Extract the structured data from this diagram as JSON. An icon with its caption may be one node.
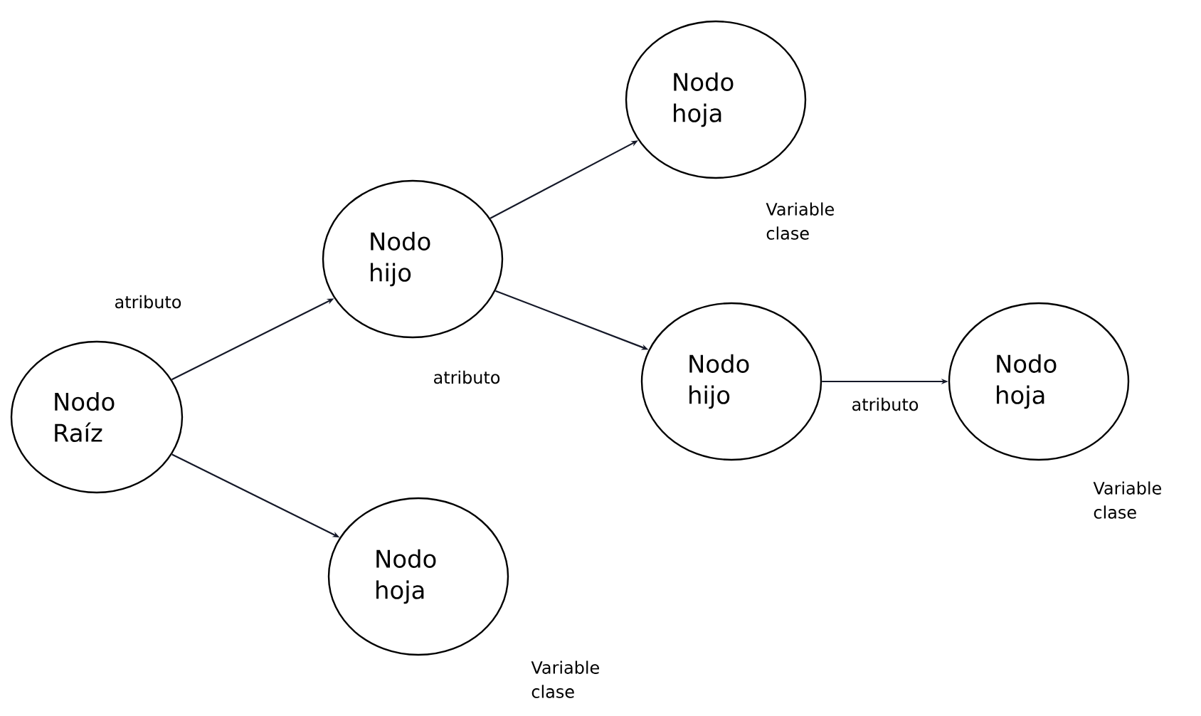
{
  "diagram": {
    "nodes": [
      {
        "text": [
          "Nodo Raíz"
        ]
      },
      {
        "text": [
          "Nodo hijo"
        ]
      },
      {
        "text": [
          "Nodo hoja"
        ],
        "beside": [
          "Variable clase"
        ]
      },
      {
        "text": [
          "Nodo hijo"
        ]
      },
      {
        "text": [
          "Nodo hoja"
        ],
        "beside": [
          "Variable clase"
        ]
      },
      {
        "text": [
          "Nodo hoja"
        ],
        "beside": [
          "Variable clase"
        ]
      }
    ],
    "edges": [
      {
        "from": 0,
        "to": 1,
        "arrow": "to",
        "label": "atributo"
      },
      {
        "from": 0,
        "to": 5,
        "arrow": "to"
      },
      {
        "from": 1,
        "to": 2,
        "arrow": "to"
      },
      {
        "from": 1,
        "to": 3,
        "arrow": "to",
        "label": "atributo"
      },
      {
        "from": 3,
        "to": 4,
        "arrow": "to",
        "label": "atributo"
      }
    ]
  }
}
